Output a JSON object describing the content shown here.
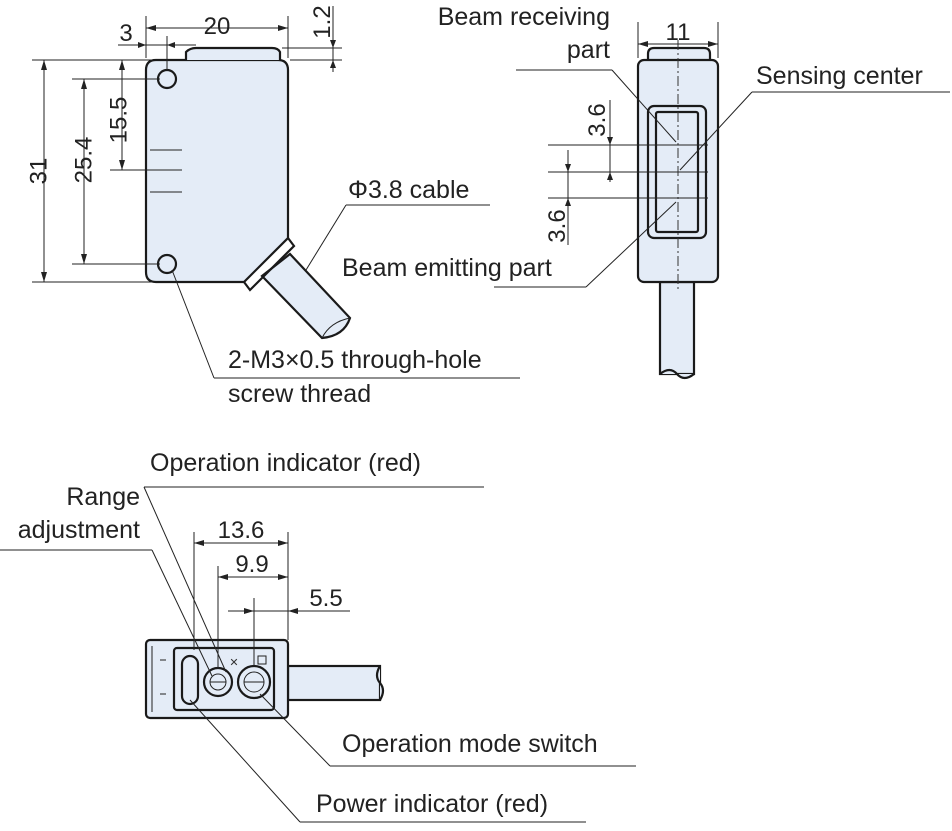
{
  "colors": {
    "body_fill": "#e4ecf7",
    "line": "#1a1a1a",
    "text": "#222222"
  },
  "front_view": {
    "dim_width": "20",
    "dim_offset": "3",
    "dim_top_step": "1.2",
    "dim_height": "31",
    "dim_hole_pitch": "25.4",
    "dim_center": "15.5",
    "label_cable": "Φ3.8 cable",
    "label_holes_line1": "2-M3×0.5 through-hole",
    "label_holes_line2": "screw thread"
  },
  "side_view": {
    "dim_width": "11",
    "dim_upper": "3.6",
    "dim_lower": "3.6",
    "label_receiving_line1": "Beam receiving",
    "label_receiving_line2": "part",
    "label_sensing": "Sensing center",
    "label_emitting": "Beam emitting part"
  },
  "top_view": {
    "dim_a": "13.6",
    "dim_b": "9.9",
    "dim_c": "5.5",
    "label_operation_indicator": "Operation indicator (red)",
    "label_range_line1": "Range",
    "label_range_line2": "adjustment",
    "label_mode_switch": "Operation mode switch",
    "label_power_indicator": "Power indicator (red)"
  }
}
